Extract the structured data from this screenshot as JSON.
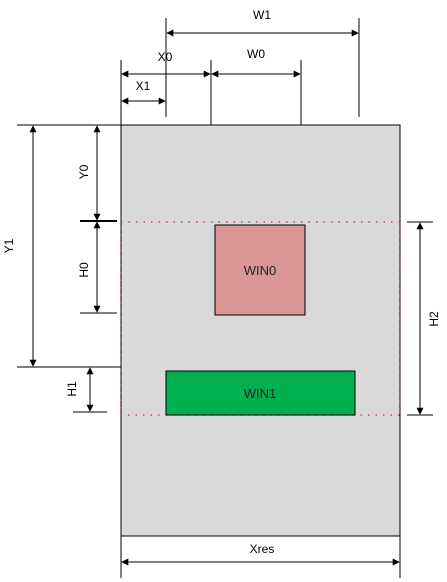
{
  "labels": {
    "w1": "W1",
    "x0": "X0",
    "w0": "W0",
    "x1": "X1",
    "y0": "Y0",
    "y1": "Y1",
    "h0": "H0",
    "h1": "H1",
    "h2": "H2",
    "win0": "WIN0",
    "win1": "WIN1",
    "xres": "Xres"
  },
  "colors": {
    "screen_fill": "#d9d9d9",
    "screen_stroke": "#000000",
    "win0_fill": "#d99694",
    "win1_fill": "#00b050",
    "dotted_bounds": "#c0504d",
    "lines": "#000000"
  }
}
